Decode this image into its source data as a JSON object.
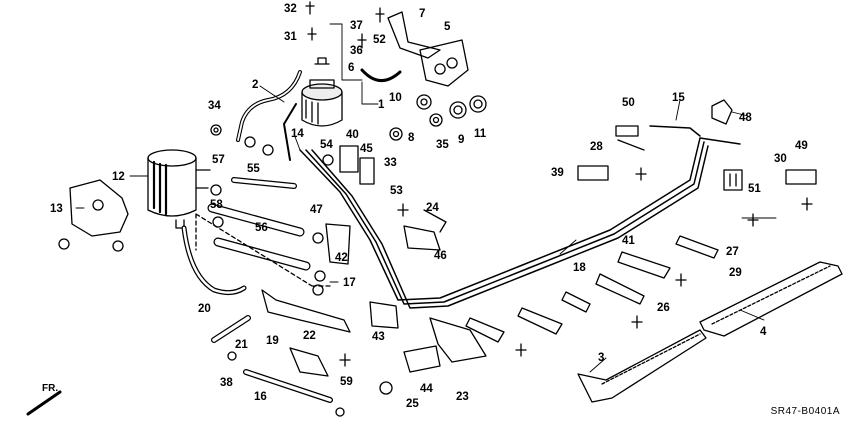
{
  "diagram": {
    "code": "SR47-B0401A",
    "front_label": "FR.",
    "callouts": [
      "1",
      "2",
      "3",
      "4",
      "5",
      "6",
      "7",
      "8",
      "9",
      "10",
      "11",
      "12",
      "13",
      "14",
      "15",
      "16",
      "17",
      "18",
      "19",
      "20",
      "21",
      "22",
      "23",
      "24",
      "25",
      "26",
      "27",
      "28",
      "29",
      "30",
      "31",
      "32",
      "33",
      "34",
      "35",
      "36",
      "37",
      "38",
      "39",
      "40",
      "41",
      "42",
      "43",
      "44",
      "45",
      "46",
      "47",
      "48",
      "49",
      "50",
      "51",
      "52",
      "53",
      "54",
      "55",
      "56",
      "57",
      "58",
      "59"
    ]
  }
}
